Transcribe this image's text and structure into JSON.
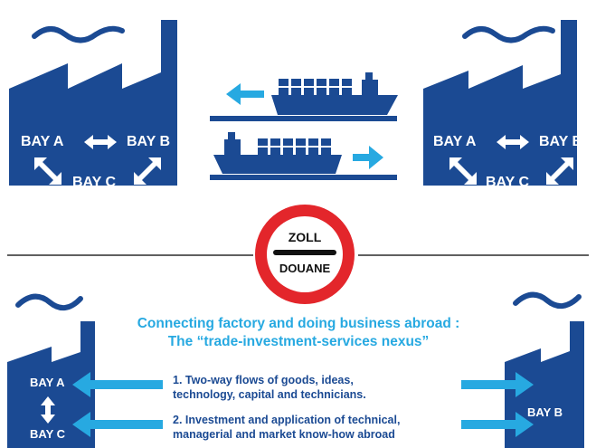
{
  "top_left_factory": {
    "bay_a": "BAY A",
    "bay_b": "BAY B",
    "bay_c": "BAY C"
  },
  "top_right_factory": {
    "bay_a": "BAY A",
    "bay_b": "BAY B",
    "bay_c": "BAY C"
  },
  "customs_sign": {
    "top_text": "ZOLL",
    "bottom_text": "DOUANE"
  },
  "bottom_left_factory": {
    "bay_a": "BAY A",
    "bay_c": "BAY C"
  },
  "bottom_right_factory": {
    "bay_b": "BAY B"
  },
  "caption": {
    "line1": "Connecting factory and doing business abroad :",
    "line2": "The “trade-investment-services nexus”"
  },
  "points": [
    {
      "line1": "1. Two-way flows of goods, ideas,",
      "line2": "technology, capital and technicians."
    },
    {
      "line1": "2. Investment and application of technical,",
      "line2": "managerial and market know-how abroad"
    }
  ],
  "colors": {
    "factory_blue": "#1b4a93",
    "accent_cyan": "#27a9e1",
    "sign_red": "#e3262b"
  }
}
